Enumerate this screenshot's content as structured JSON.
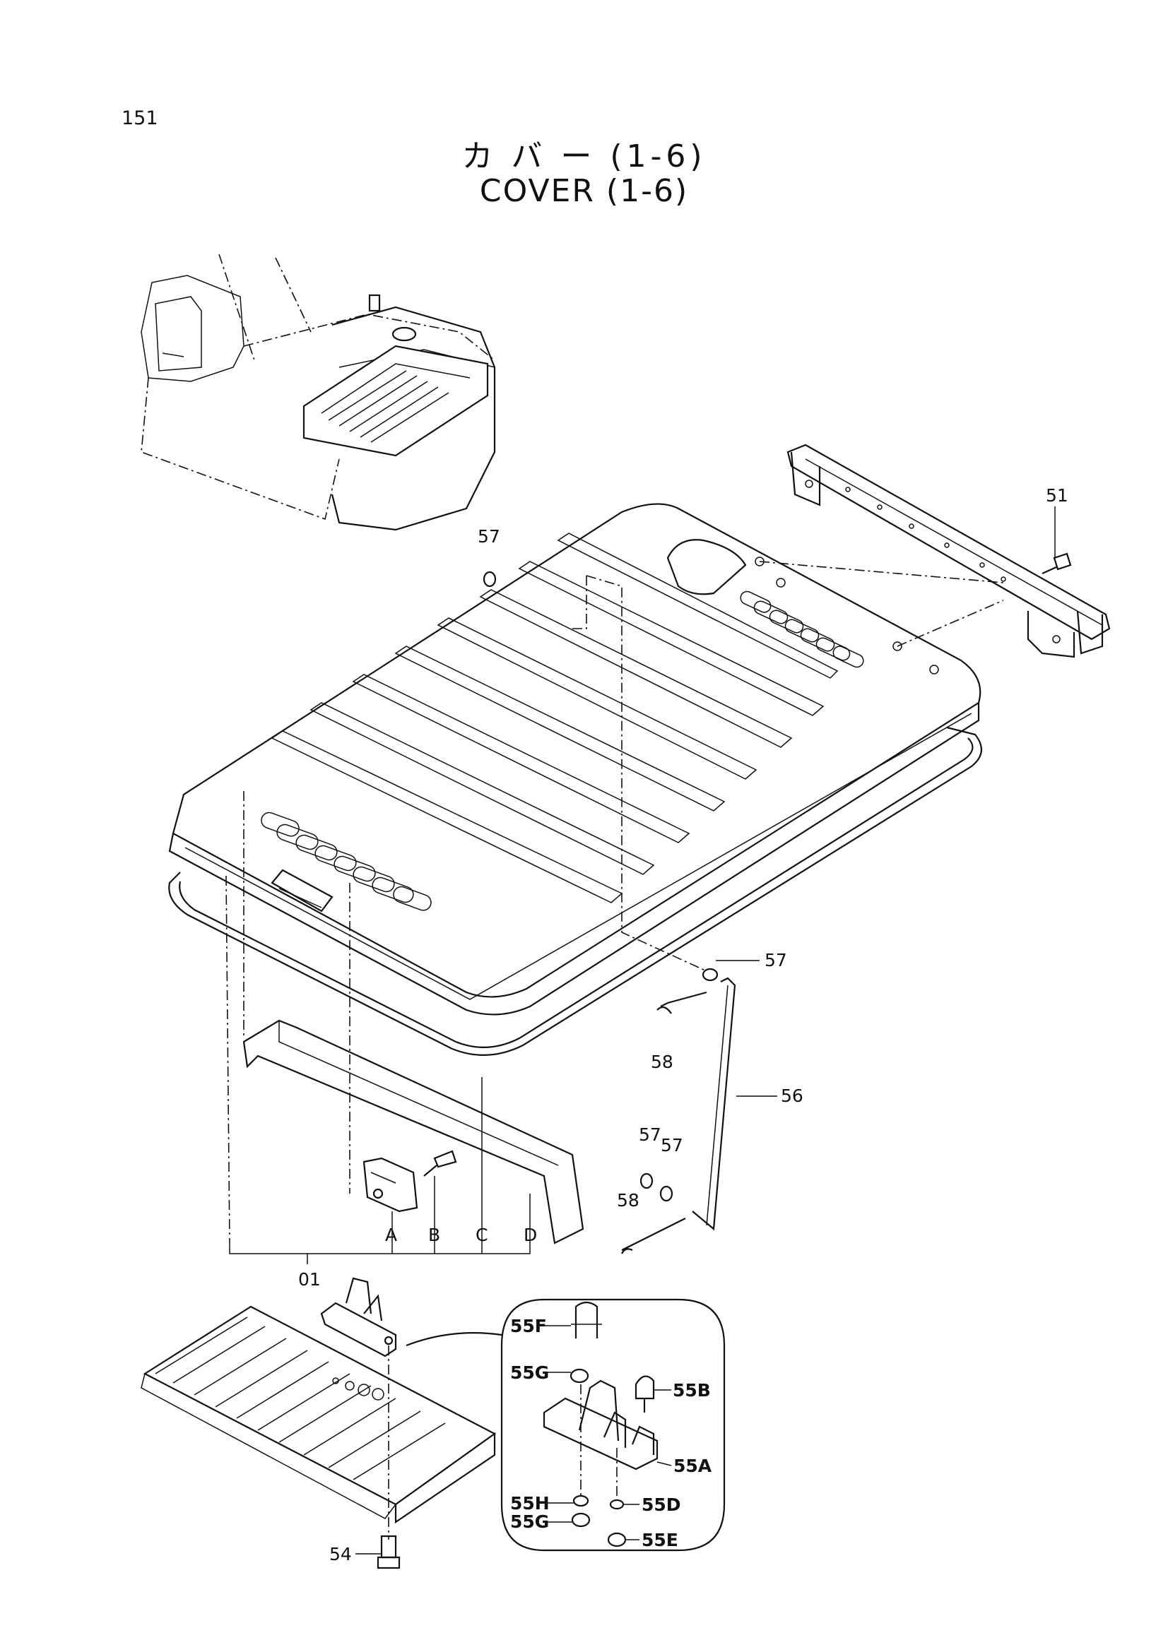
{
  "page_number": "151",
  "title_jp": "カ バ ー  (1-6)",
  "title_en": "COVER (1-6)",
  "callouts": {
    "p51": "51",
    "p57a": "57",
    "p57b": "57",
    "p57c": "57",
    "p57d": "57",
    "p58a": "58",
    "p58b": "58",
    "p56": "56",
    "p01": "01",
    "pA": "A",
    "pB": "B",
    "pC": "C",
    "pD": "D",
    "p54": "54",
    "p55F": "55F",
    "p55G1": "55G",
    "p55B": "55B",
    "p55A": "55A",
    "p55H": "55H",
    "p55G2": "55G",
    "p55D": "55D",
    "p55E": "55E"
  }
}
